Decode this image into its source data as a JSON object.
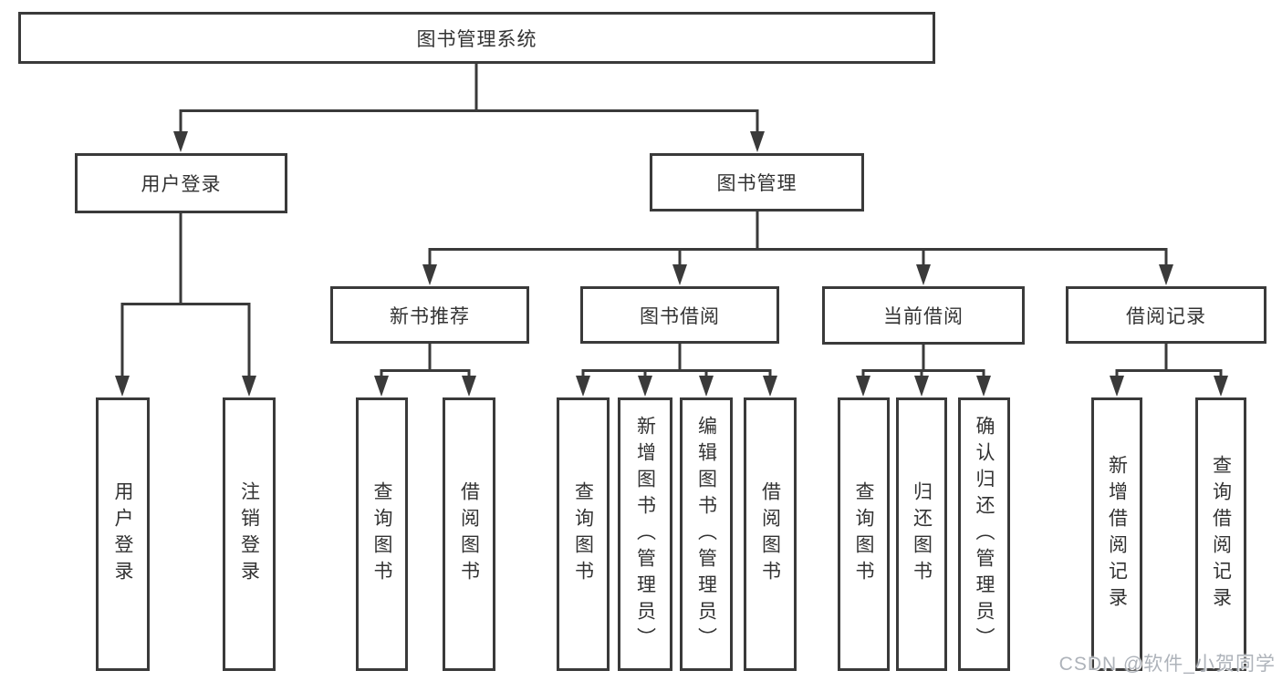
{
  "tree": {
    "label": "图书管理系统",
    "children": [
      {
        "label": "用户登录",
        "children": [
          {
            "label": "用户登录"
          },
          {
            "label": "注销登录"
          }
        ]
      },
      {
        "label": "图书管理",
        "children": [
          {
            "label": "新书推荐",
            "children": [
              {
                "label": "查询图书"
              },
              {
                "label": "借阅图书"
              }
            ]
          },
          {
            "label": "图书借阅",
            "children": [
              {
                "label": "查询图书"
              },
              {
                "label": "新增图书（管理员）"
              },
              {
                "label": "编辑图书（管理员）"
              },
              {
                "label": "借阅图书"
              }
            ]
          },
          {
            "label": "当前借阅",
            "children": [
              {
                "label": "查询图书"
              },
              {
                "label": "归还图书"
              },
              {
                "label": "确认归还（管理员）"
              }
            ]
          },
          {
            "label": "借阅记录",
            "children": [
              {
                "label": "新增借阅记录"
              },
              {
                "label": "查询借阅记录"
              }
            ]
          }
        ]
      }
    ]
  },
  "colors": {
    "line": "#3a3a3a",
    "text": "#333333",
    "watermark": "#aeb3ba"
  },
  "watermark": {
    "text": "CSDN @软件_小贺同学"
  }
}
